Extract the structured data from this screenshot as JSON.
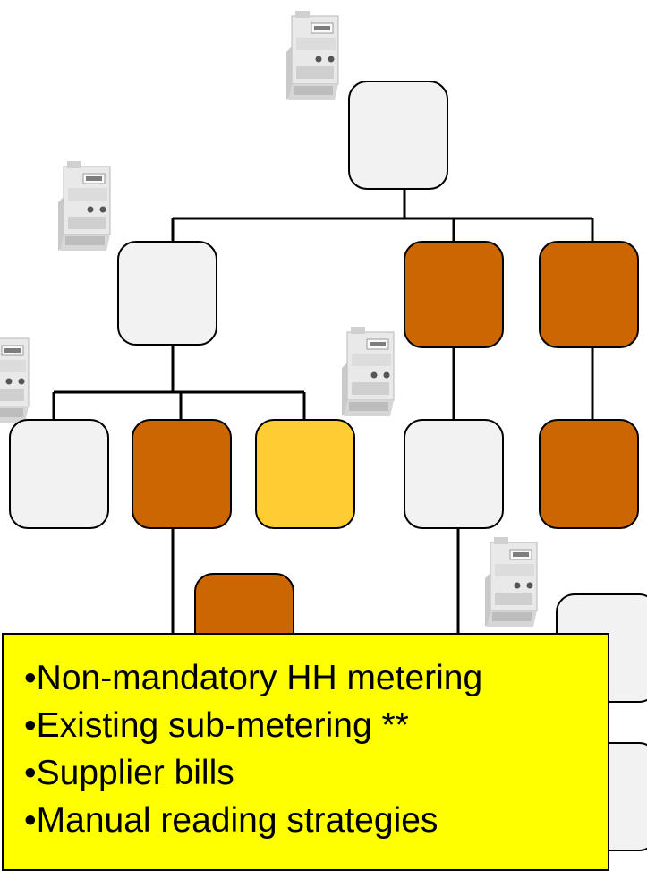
{
  "colors": {
    "box_light": "#f2f2f2",
    "box_dark": "#cc6600",
    "box_amber": "#ffcc33",
    "connector": "#000000",
    "callout_bg": "#ffff00"
  },
  "nodes": [
    {
      "id": "root",
      "fill": "light"
    },
    {
      "id": "l1-left",
      "fill": "light"
    },
    {
      "id": "l1-mid",
      "fill": "dark"
    },
    {
      "id": "l1-right",
      "fill": "dark"
    },
    {
      "id": "l2-a",
      "fill": "light"
    },
    {
      "id": "l2-b",
      "fill": "dark"
    },
    {
      "id": "l2-c",
      "fill": "amber"
    },
    {
      "id": "l2-d",
      "fill": "light"
    },
    {
      "id": "l2-e",
      "fill": "dark"
    },
    {
      "id": "l3-a",
      "fill": "dark"
    },
    {
      "id": "l3-right-top",
      "fill": "light"
    },
    {
      "id": "l3-right-bottom",
      "fill": "light"
    }
  ],
  "meter_icons": [
    "meter-icon",
    "meter-icon",
    "meter-icon",
    "meter-icon",
    "meter-icon"
  ],
  "callout": {
    "items": [
      "•Non-mandatory HH metering",
      "•Existing sub-metering **",
      "•Supplier bills",
      "•Manual reading strategies"
    ]
  }
}
